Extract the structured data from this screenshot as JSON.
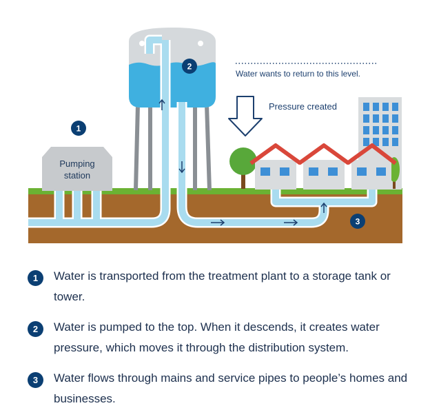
{
  "diagram": {
    "pumping_station_label_line1": "Pumping",
    "pumping_station_label_line2": "station",
    "level_caption": "Water wants to return to this level.",
    "pressure_caption": "Pressure created",
    "badges": [
      "1",
      "2",
      "3"
    ]
  },
  "colors": {
    "water": "#a9dcef",
    "water_dark": "#3fb0e0",
    "soil": "#a4682c",
    "grass": "#6bb233",
    "badge": "#0b3f73",
    "roof": "#d9473a",
    "building": "#d9dcde"
  },
  "legend": [
    {
      "number": "1",
      "text": "Water is transported from the treatment plant to a storage tank or tower."
    },
    {
      "number": "2",
      "text": "Water is pumped to the top. When it descends, it creates water pressure, which moves it through the distribution system."
    },
    {
      "number": "3",
      "text": "Water flows through mains and service pipes to people’s homes and businesses."
    }
  ]
}
